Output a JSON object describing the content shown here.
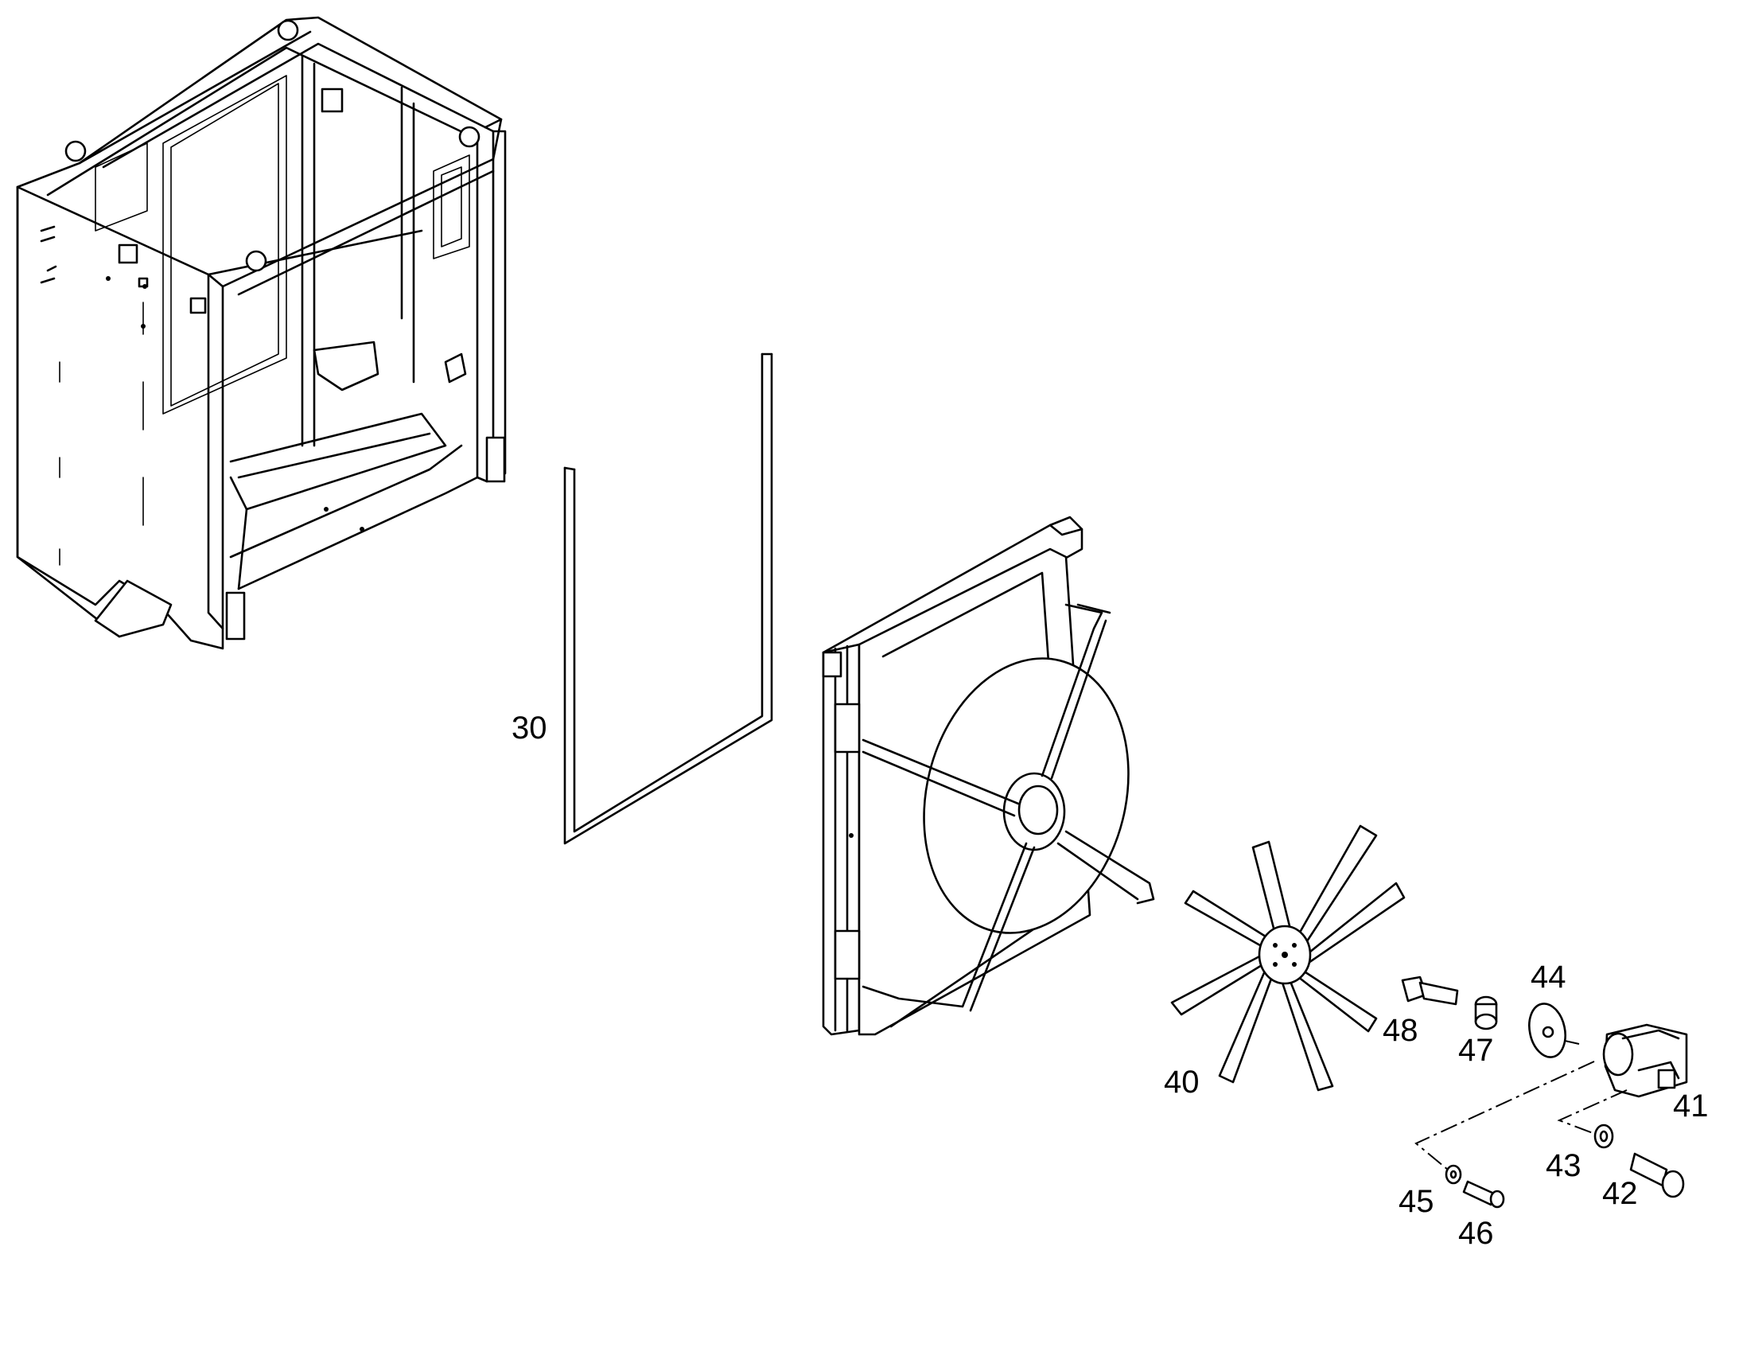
{
  "diagram": {
    "callouts": [
      {
        "id": "c30",
        "text": "30"
      },
      {
        "id": "c40",
        "text": "40"
      },
      {
        "id": "c41",
        "text": "41"
      },
      {
        "id": "c42",
        "text": "42"
      },
      {
        "id": "c43",
        "text": "43"
      },
      {
        "id": "c44",
        "text": "44"
      },
      {
        "id": "c45",
        "text": "45"
      },
      {
        "id": "c46",
        "text": "46"
      },
      {
        "id": "c47",
        "text": "47"
      },
      {
        "id": "c48",
        "text": "48"
      }
    ]
  }
}
